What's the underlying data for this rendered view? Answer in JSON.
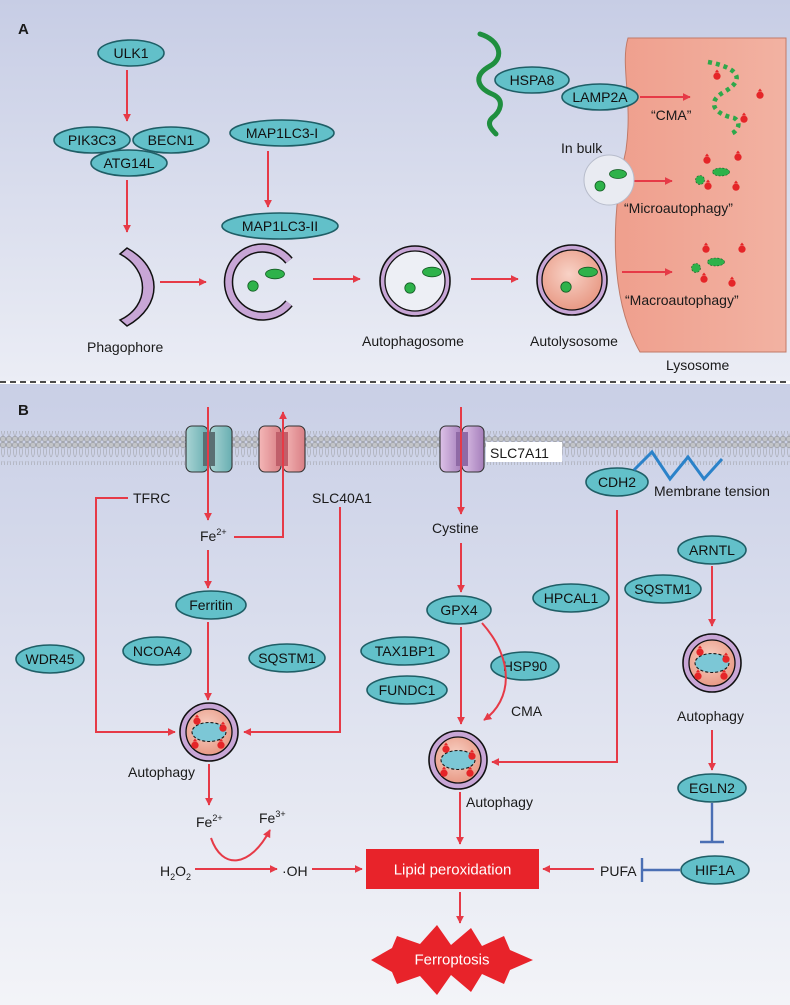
{
  "panel_a": {
    "label": "A",
    "proteins": {
      "ulk1": "ULK1",
      "pik3c3": "PIK3C3",
      "becn1": "BECN1",
      "atg14l": "ATG14L",
      "map1lc3_i": "MAP1LC3-I",
      "map1lc3_ii": "MAP1LC3-II",
      "hspa8": "HSPA8",
      "lamp2a": "LAMP2A"
    },
    "labels": {
      "phagophore": "Phagophore",
      "autophagosome": "Autophagosome",
      "autolysosome": "Autolysosome",
      "lysosome": "Lysosome",
      "in_bulk": "In bulk",
      "cma": "“CMA”",
      "microautophagy": "“Microautophagy”",
      "macroautophagy": "“Macroautophagy”"
    }
  },
  "panel_b": {
    "label": "B",
    "proteins": {
      "ferritin": "Ferritin",
      "ncoa4": "NCOA4",
      "sqstm1_left": "SQSTM1",
      "wdr45": "WDR45",
      "gpx4": "GPX4",
      "tax1bp1": "TAX1BP1",
      "fundc1": "FUNDC1",
      "hsp90": "HSP90",
      "hpcal1": "HPCAL1",
      "cdh2": "CDH2",
      "arntl": "ARNTL",
      "sqstm1_right": "SQSTM1",
      "egln2": "EGLN2",
      "hif1a": "HIF1A"
    },
    "labels": {
      "tfrc": "TFRC",
      "slc40a1": "SLC40A1",
      "slc7a11": "SLC7A11",
      "membrane_tension": "Membrane tension",
      "fe_base": "Fe",
      "fe2_sup": "2+",
      "fe3_sup": "3+",
      "cystine": "Cystine",
      "cma": "CMA",
      "autophagy": "Autophagy",
      "h": "H",
      "o": "O",
      "sub2": "2",
      "oh": "·OH",
      "pufa": "PUFA",
      "lipid_peroxidation": "Lipid peroxidation",
      "ferroptosis": "Ferroptosis"
    }
  },
  "colors": {
    "pill_fill": "#62c0c9",
    "pill_stroke": "#1f5e66",
    "arrow_red": "#e63a47",
    "inhibit_blue": "#4a6fb4",
    "membrane_purple": "#c8a6d6",
    "lysosome_pink": "#eda893",
    "lipid_box_red": "#e8232a",
    "cargo_green": "#2eb24a"
  }
}
